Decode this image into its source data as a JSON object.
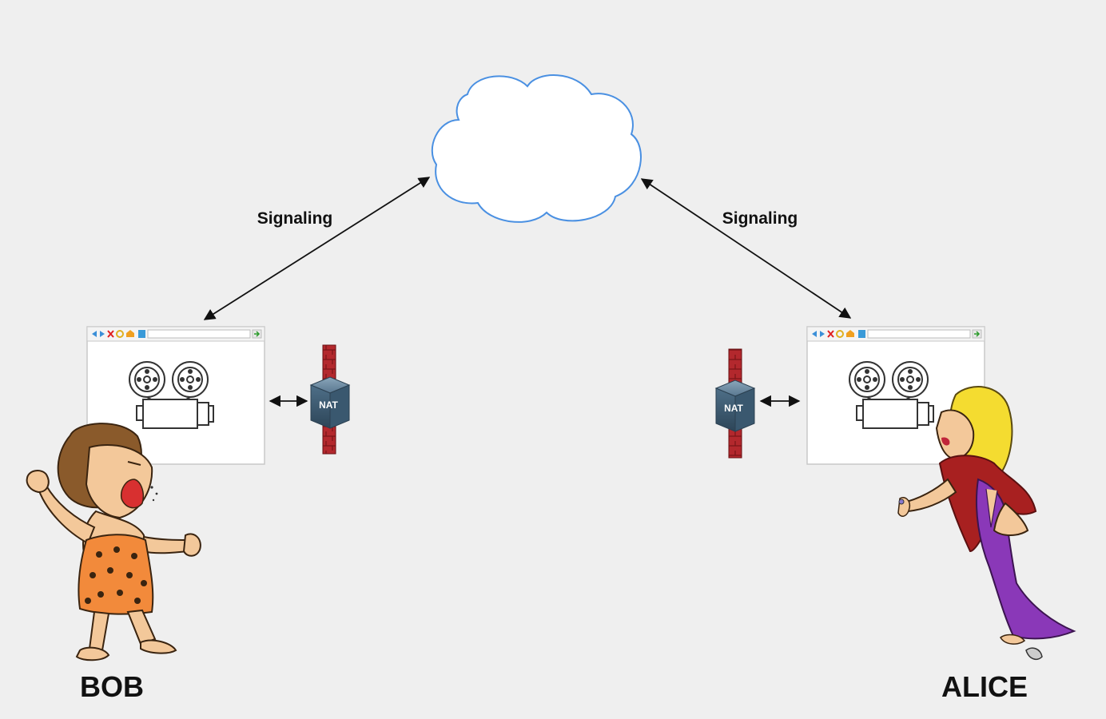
{
  "diagram": {
    "signaling_left": "Signaling",
    "signaling_right": "Signaling",
    "nat_left": "NAT",
    "nat_right": "NAT",
    "bob": "BOB",
    "alice": "ALICE"
  },
  "colors": {
    "background": "#efefef",
    "cloud_stroke": "#4a90e2",
    "firewall": "#b22222",
    "nat_box": "#3f5f78",
    "arrow": "#111111"
  },
  "icons": {
    "cloud": "cloud-icon",
    "browser": "browser-window-icon",
    "projector": "film-projector-icon",
    "firewall": "brick-firewall-icon",
    "nat": "nat-router-icon",
    "bob": "caveman-illustration",
    "alice": "woman-illustration"
  }
}
